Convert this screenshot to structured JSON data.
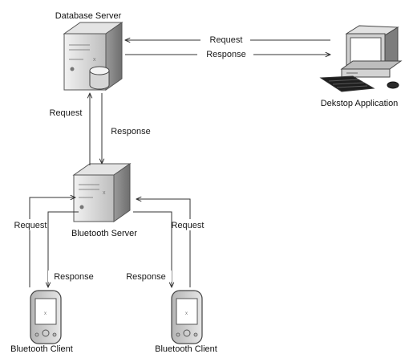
{
  "nodes": {
    "database_server": "Database Server",
    "desktop_application": "Dekstop Application",
    "bluetooth_server": "Bluetooth Server",
    "bluetooth_client_left": "Bluetooth Client",
    "bluetooth_client_right": "Bluetooth Client"
  },
  "edges": {
    "db_desktop_request": "Request",
    "db_desktop_response": "Response",
    "bt_db_request": "Request",
    "bt_db_response": "Response",
    "left_client_request": "Request",
    "left_client_response": "Response",
    "right_client_request": "Request",
    "right_client_response": "Response"
  },
  "colors": {
    "line": "#333333",
    "server_body": "#d9d9d9",
    "server_dark": "#8c8c8c"
  }
}
